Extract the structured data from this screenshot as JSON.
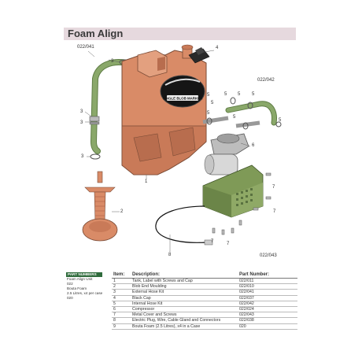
{
  "page": {
    "title": "Foam Align"
  },
  "callouts": {
    "kit_041": "022/041",
    "kit_042": "022/042",
    "kit_043": "022/043",
    "n1": "1",
    "n2": "2",
    "n3a": "3",
    "n3b": "3",
    "n3c": "3",
    "n3d": "3",
    "n4": "4",
    "n5a": "5",
    "n5b": "5",
    "n5c": "5",
    "n5d": "5",
    "n5e": "5",
    "n5f": "5",
    "n5g": "5",
    "n5h": "5",
    "n6": "6",
    "n7a": "7",
    "n7b": "7",
    "n7c": "7",
    "n7d": "7",
    "n8": "8"
  },
  "tank_label": {
    "line1": "SINGLE BLOB MARKER"
  },
  "part_numbers_box": {
    "header": "PART NUMBERS",
    "lines": [
      "Foam Align Unit",
      "022",
      "Bouta Foam",
      "2.5 Litres, x4 per case",
      "020"
    ]
  },
  "table": {
    "headers": {
      "item": "Item:",
      "description": "Description:",
      "part": "Part Number:"
    },
    "rows": [
      {
        "item": "1",
        "description": "Tank, Label with Screws and Cap",
        "part": "022/011"
      },
      {
        "item": "2",
        "description": "Blob End Moulding",
        "part": "022/010"
      },
      {
        "item": "3",
        "description": "External Hose Kit",
        "part": "022/041"
      },
      {
        "item": "4",
        "description": "Black Cap",
        "part": "022/037"
      },
      {
        "item": "5",
        "description": "Internal Hose Kit",
        "part": "022/042"
      },
      {
        "item": "6",
        "description": "Compressor",
        "part": "022/024"
      },
      {
        "item": "7",
        "description": "Metal Cover and Screws",
        "part": "022/043"
      },
      {
        "item": "8",
        "description": "Electric Plug, Wire, Cable Gland and Connectors",
        "part": "022/038"
      },
      {
        "item": "9",
        "description": "Bouta Foam (2.5 Litres), x4 in a Case",
        "part": "020"
      }
    ]
  },
  "colors": {
    "tank": "#d98b67",
    "tank_shadow": "#b86d4e",
    "hose": "#8aa86a",
    "cover": "#7f9a57",
    "title_bar": "#e6d9de",
    "pn_header": "#2f6b3c"
  }
}
